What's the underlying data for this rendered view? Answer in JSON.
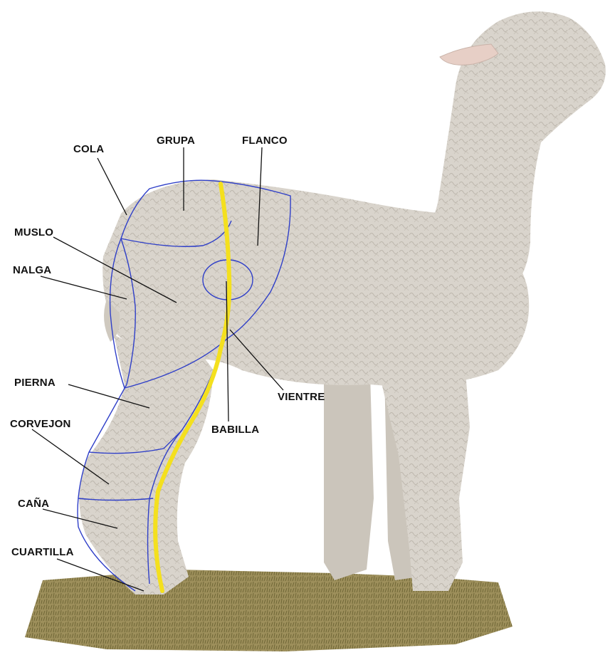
{
  "labels": {
    "cola": "COLA",
    "grupa": "GRUPA",
    "flanco": "FLANCO",
    "muslo": "MUSLO",
    "nalga": "NALGA",
    "pierna": "PIERNA",
    "corvejon": "CORVEJON",
    "cana": "CAÑA",
    "cuartilla": "CUARTILLA",
    "vientre": "VIENTRE",
    "babilla": "BABILLA"
  },
  "colors": {
    "region_outline": "#2f3fc8",
    "leg_axis_line": "#f4e01e",
    "fleece": "#d8d3cb",
    "ground": "#9c8e5a",
    "leader_line": "#111111"
  },
  "icons": {
    "animal": "alpaca-illustration"
  }
}
